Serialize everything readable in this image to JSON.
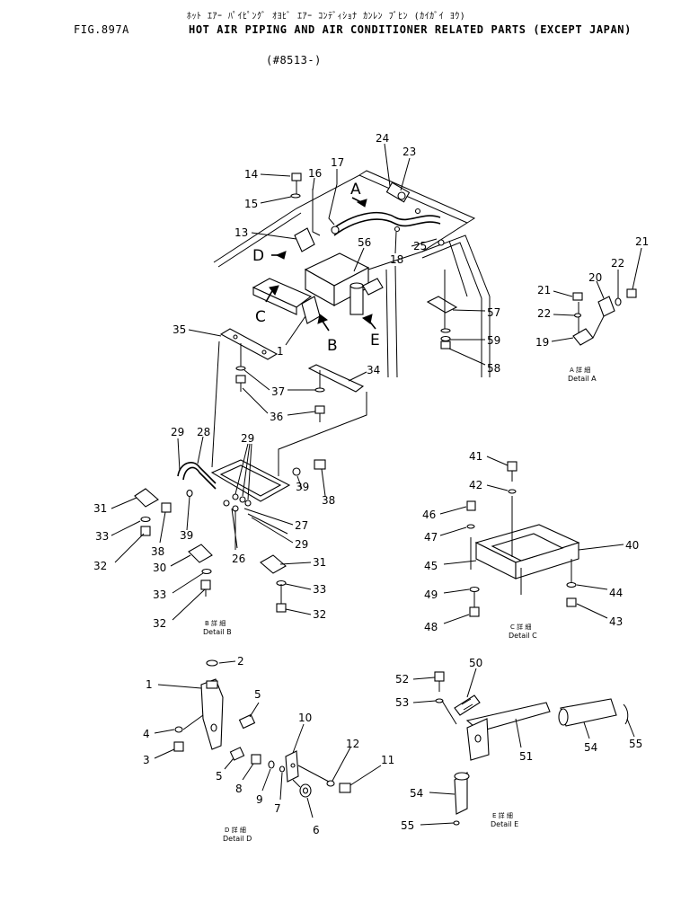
{
  "header": {
    "figure_number": "FIG.897A",
    "title_kana": "ﾎｯﾄ ｴｱｰ ﾊﾟｲﾋﾟﾝｸﾞ ｵﾖﾋﾞ ｴｱｰ ｺﾝﾃﾞｨｼｮﾅ ｶﾝﾚﾝ ﾌﾞﾋﾝ (ｶｲｶﾞｲ ﾖｳ)",
    "title": "HOT AIR PIPING AND AIR CONDITIONER RELATED PARTS (EXCEPT JAPAN)",
    "serial": "(#8513-)"
  },
  "view_letters": [
    "A",
    "B",
    "C",
    "D",
    "E"
  ],
  "details": {
    "A": {
      "jp": "A 詳 細",
      "en": "Detail A"
    },
    "B": {
      "jp": "B 詳 細",
      "en": "Detail B"
    },
    "C": {
      "jp": "C 詳 細",
      "en": "Detail C"
    },
    "D": {
      "jp": "D 詳 細",
      "en": "Detail D"
    },
    "E": {
      "jp": "E 詳 細",
      "en": "Detail E"
    }
  },
  "callouts": {
    "main": [
      "24",
      "23",
      "14",
      "16",
      "17",
      "15",
      "13",
      "56",
      "25",
      "18",
      "1",
      "57",
      "59",
      "58",
      "35",
      "34",
      "37",
      "36"
    ],
    "detail_a": [
      "21",
      "20",
      "22",
      "21",
      "22",
      "19"
    ],
    "detail_b": [
      "29",
      "28",
      "29",
      "31",
      "33",
      "38",
      "39",
      "39",
      "38",
      "27",
      "26",
      "29",
      "32",
      "30",
      "31",
      "33",
      "32",
      "33",
      "32"
    ],
    "detail_c": [
      "41",
      "42",
      "46",
      "47",
      "40",
      "45",
      "49",
      "44",
      "43",
      "48"
    ],
    "detail_d": [
      "2",
      "1",
      "5",
      "4",
      "3",
      "5",
      "8",
      "9",
      "7",
      "10",
      "12",
      "11",
      "6"
    ],
    "detail_e": [
      "52",
      "50",
      "53",
      "51",
      "54",
      "55",
      "54",
      "55"
    ]
  }
}
